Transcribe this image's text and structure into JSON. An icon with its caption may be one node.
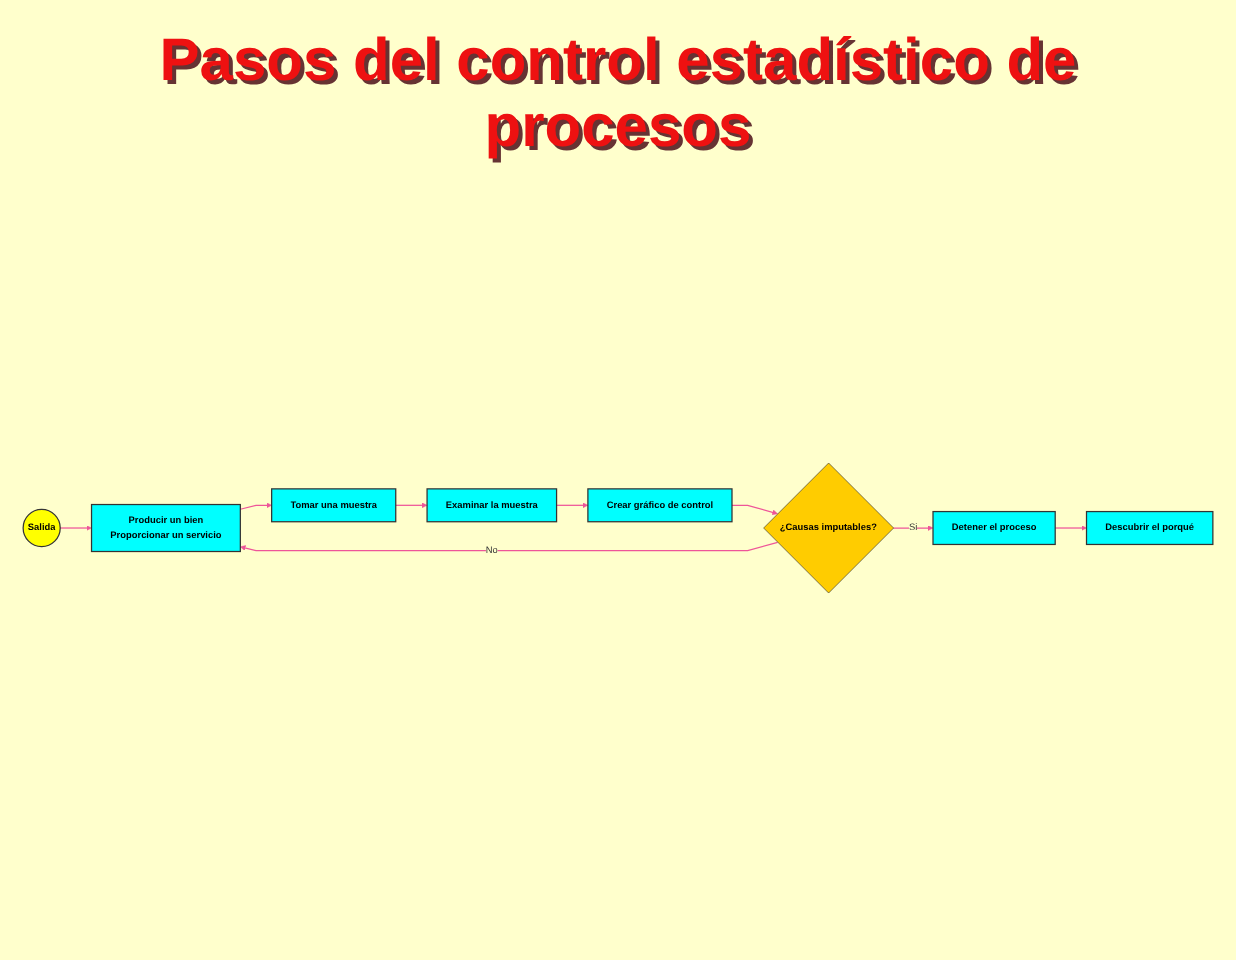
{
  "diagram": {
    "title": "Pasos del control estadístico de procesos",
    "nodes": [
      {
        "text": [
          "Salida"
        ]
      },
      {
        "text": [
          "Producir un bien",
          "Proporcionar un servicio"
        ]
      },
      {
        "text": [
          "Tomar una muestra"
        ]
      },
      {
        "text": [
          "Examinar la muestra"
        ]
      },
      {
        "text": [
          "Crear gráfico de control"
        ]
      },
      {
        "text": [
          "¿Causas imputables?"
        ]
      },
      {
        "text": [
          "Detener el proceso"
        ]
      },
      {
        "text": [
          "Descubrir el porqué"
        ]
      }
    ],
    "edges": [
      {
        "from": 0,
        "to": 1,
        "arrow": "to"
      },
      {
        "from": 1,
        "to": 2,
        "arrow": "to"
      },
      {
        "from": 2,
        "to": 3,
        "arrow": "to"
      },
      {
        "from": 3,
        "to": 4,
        "arrow": "to"
      },
      {
        "from": 4,
        "to": 5,
        "arrow": "to"
      },
      {
        "from": 5,
        "to": 1,
        "label": "No",
        "arrow": "to"
      },
      {
        "from": 5,
        "to": 6,
        "label": "Si",
        "arrow": "to"
      },
      {
        "from": 6,
        "to": 7,
        "arrow": "to"
      }
    ]
  }
}
